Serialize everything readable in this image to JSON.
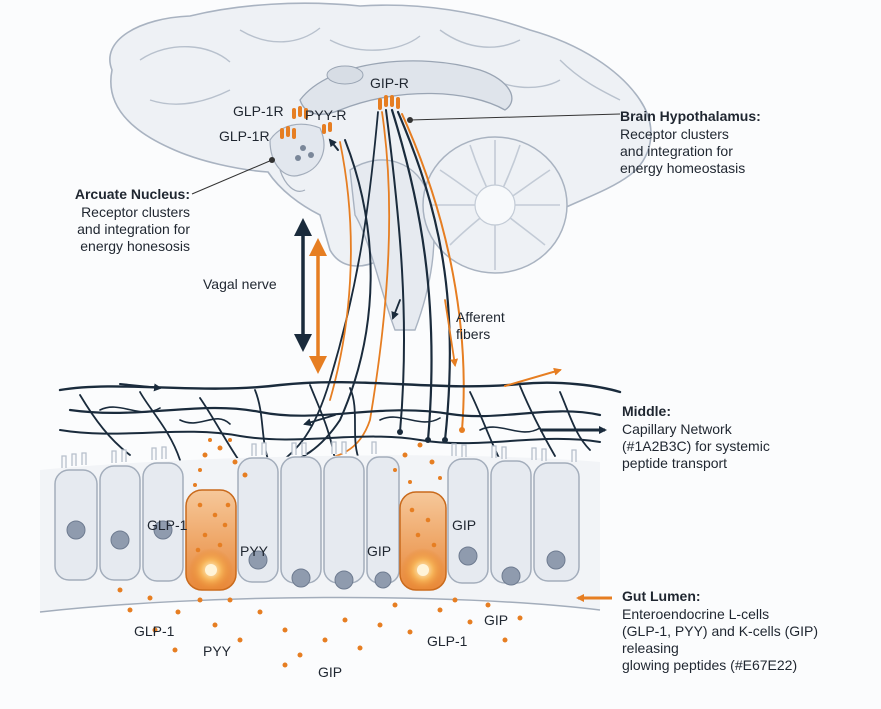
{
  "colors": {
    "nerve": "#1A2B3C",
    "peptide": "#E67E22",
    "brain_fill": "#e9edf3",
    "cell_fill": "#e6eaf0"
  },
  "brain": {
    "receptors": {
      "glp1r_top": "GLP-1R",
      "pyyr": "PYY-R",
      "glp1r_bottom": "GLP-1R",
      "gipr": "GIP-R"
    }
  },
  "callouts": {
    "hypothalamus": {
      "title": "Brain Hypothalamus:",
      "lines": [
        "Receptor clusters",
        "and integration for",
        "energy homeostasis"
      ]
    },
    "arcuate": {
      "title": "Arcuate Nucleus:",
      "lines": [
        "Receptor clusters",
        "and integration for",
        "energy honesosis"
      ]
    },
    "middle": {
      "title": "Middle:",
      "lines": [
        "Capillary Network",
        "(#1A2B3C) for systemic",
        "peptide transport"
      ]
    },
    "gut": {
      "title": "Gut Lumen:",
      "lines": [
        "Enteroendocrine L-cells",
        "(GLP-1, PYY) and K-cells (GIP)",
        "releasing",
        "glowing peptides (#E67E22)"
      ]
    }
  },
  "labels": {
    "vagal": "Vagal nerve",
    "afferent": [
      "Afferent",
      "fibers"
    ]
  },
  "cells": {
    "glp1": "GLP-1",
    "pyy": "PYY",
    "gip_mid": "GIP",
    "gip_right": "GIP"
  },
  "lumen": {
    "glp1_left": "GLP-1",
    "pyy": "PYY",
    "gip_bottom": "GIP",
    "glp1_right": "GLP-1",
    "gip_right": "GIP"
  }
}
